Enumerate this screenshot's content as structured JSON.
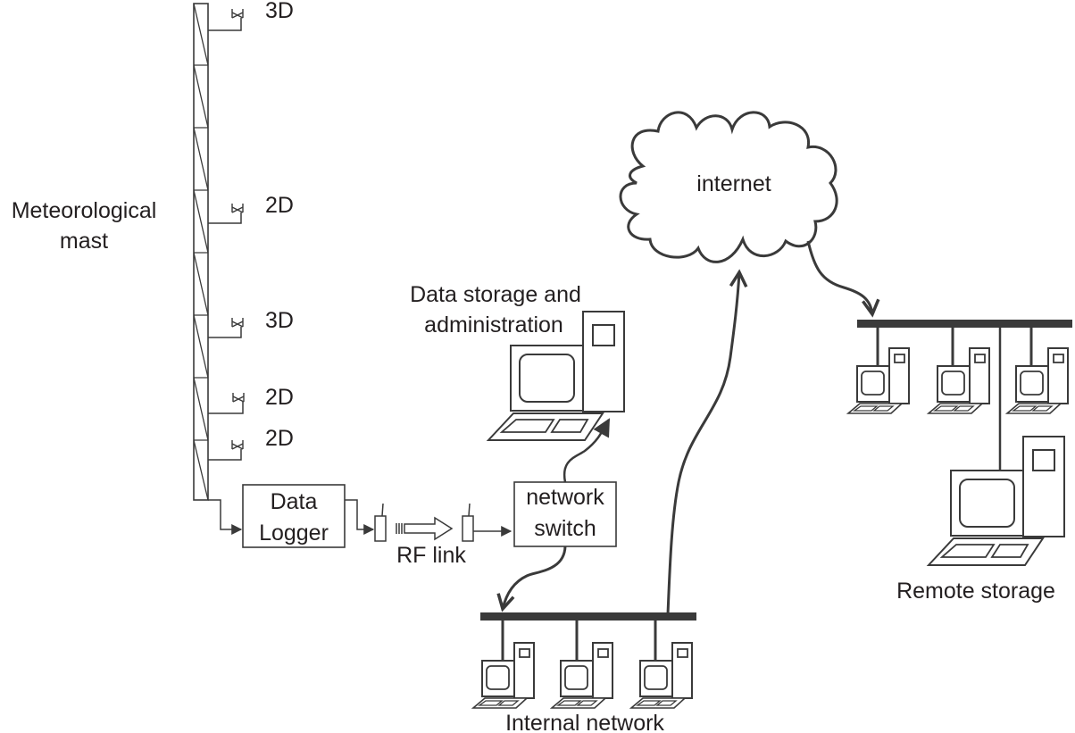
{
  "diagram": {
    "mast": {
      "label_line1": "Meteorological",
      "label_line2": "mast",
      "sensors": [
        {
          "label": "3D"
        },
        {
          "label": "2D"
        },
        {
          "label": "3D"
        },
        {
          "label": "2D"
        },
        {
          "label": "2D"
        }
      ]
    },
    "data_logger": {
      "line1": "Data",
      "line2": "Logger"
    },
    "rf_link": {
      "label": "RF link"
    },
    "network_switch": {
      "line1": "network",
      "line2": "switch"
    },
    "admin_computer": {
      "line1": "Data storage and",
      "line2": "administration"
    },
    "internet": {
      "label": "internet"
    },
    "internal_network": {
      "label": "Internal network"
    },
    "remote_storage": {
      "label": "Remote storage"
    },
    "colors": {
      "line": "#3a3a3a",
      "text": "#231f20",
      "background": "#ffffff"
    }
  }
}
